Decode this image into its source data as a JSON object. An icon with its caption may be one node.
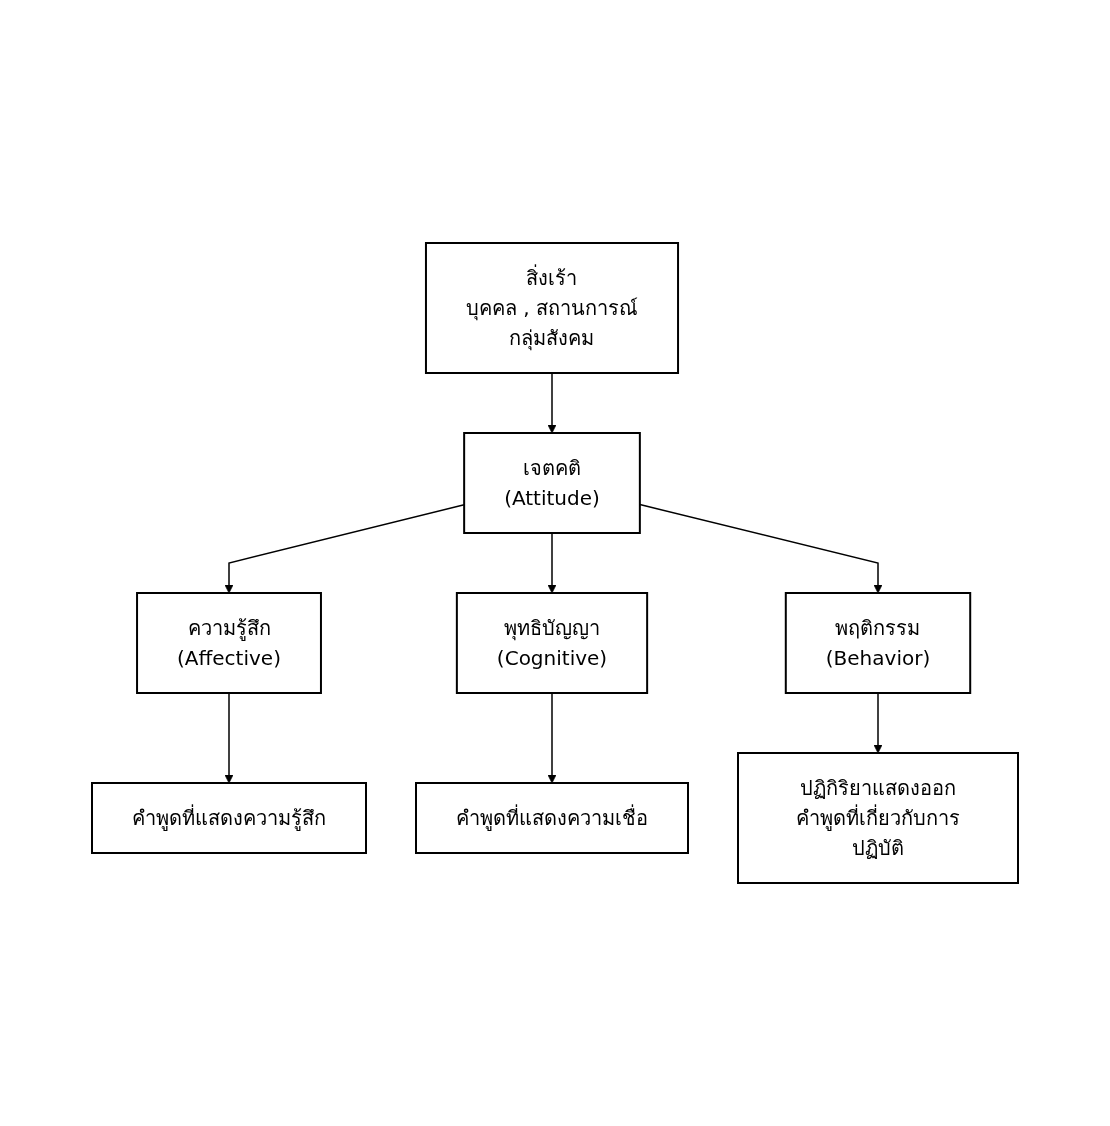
{
  "diagram": {
    "nodes": [
      {
        "text": [
          "สิ่งเร้า",
          "บุคคล , สถานการณ์",
          "กลุ่มสังคม"
        ]
      },
      {
        "text": [
          "เจตคติ",
          "(Attitude)"
        ]
      },
      {
        "text": [
          "ความรู้สึก",
          "(Affective)"
        ]
      },
      {
        "text": [
          "พุทธิบัญญา",
          "(Cognitive)"
        ]
      },
      {
        "text": [
          "พฤติกรรม",
          "(Behavior)"
        ]
      },
      {
        "text": [
          "คำพูดที่แสดงความรู้สึก"
        ]
      },
      {
        "text": [
          "คำพูดที่แสดงความเชื่อ"
        ]
      },
      {
        "text": [
          "ปฏิกิริยาแสดงออก",
          "คำพูดที่เกี่ยวกับการปฏิบัติ"
        ]
      }
    ],
    "edges": [
      {
        "from": 0,
        "to": 1,
        "arrow": "to"
      },
      {
        "from": 1,
        "to": 2,
        "arrow": "to"
      },
      {
        "from": 1,
        "to": 3,
        "arrow": "to"
      },
      {
        "from": 1,
        "to": 4,
        "arrow": "to"
      },
      {
        "from": 2,
        "to": 5,
        "arrow": "to"
      },
      {
        "from": 3,
        "to": 6,
        "arrow": "to"
      },
      {
        "from": 4,
        "to": 7,
        "arrow": "to"
      }
    ]
  }
}
